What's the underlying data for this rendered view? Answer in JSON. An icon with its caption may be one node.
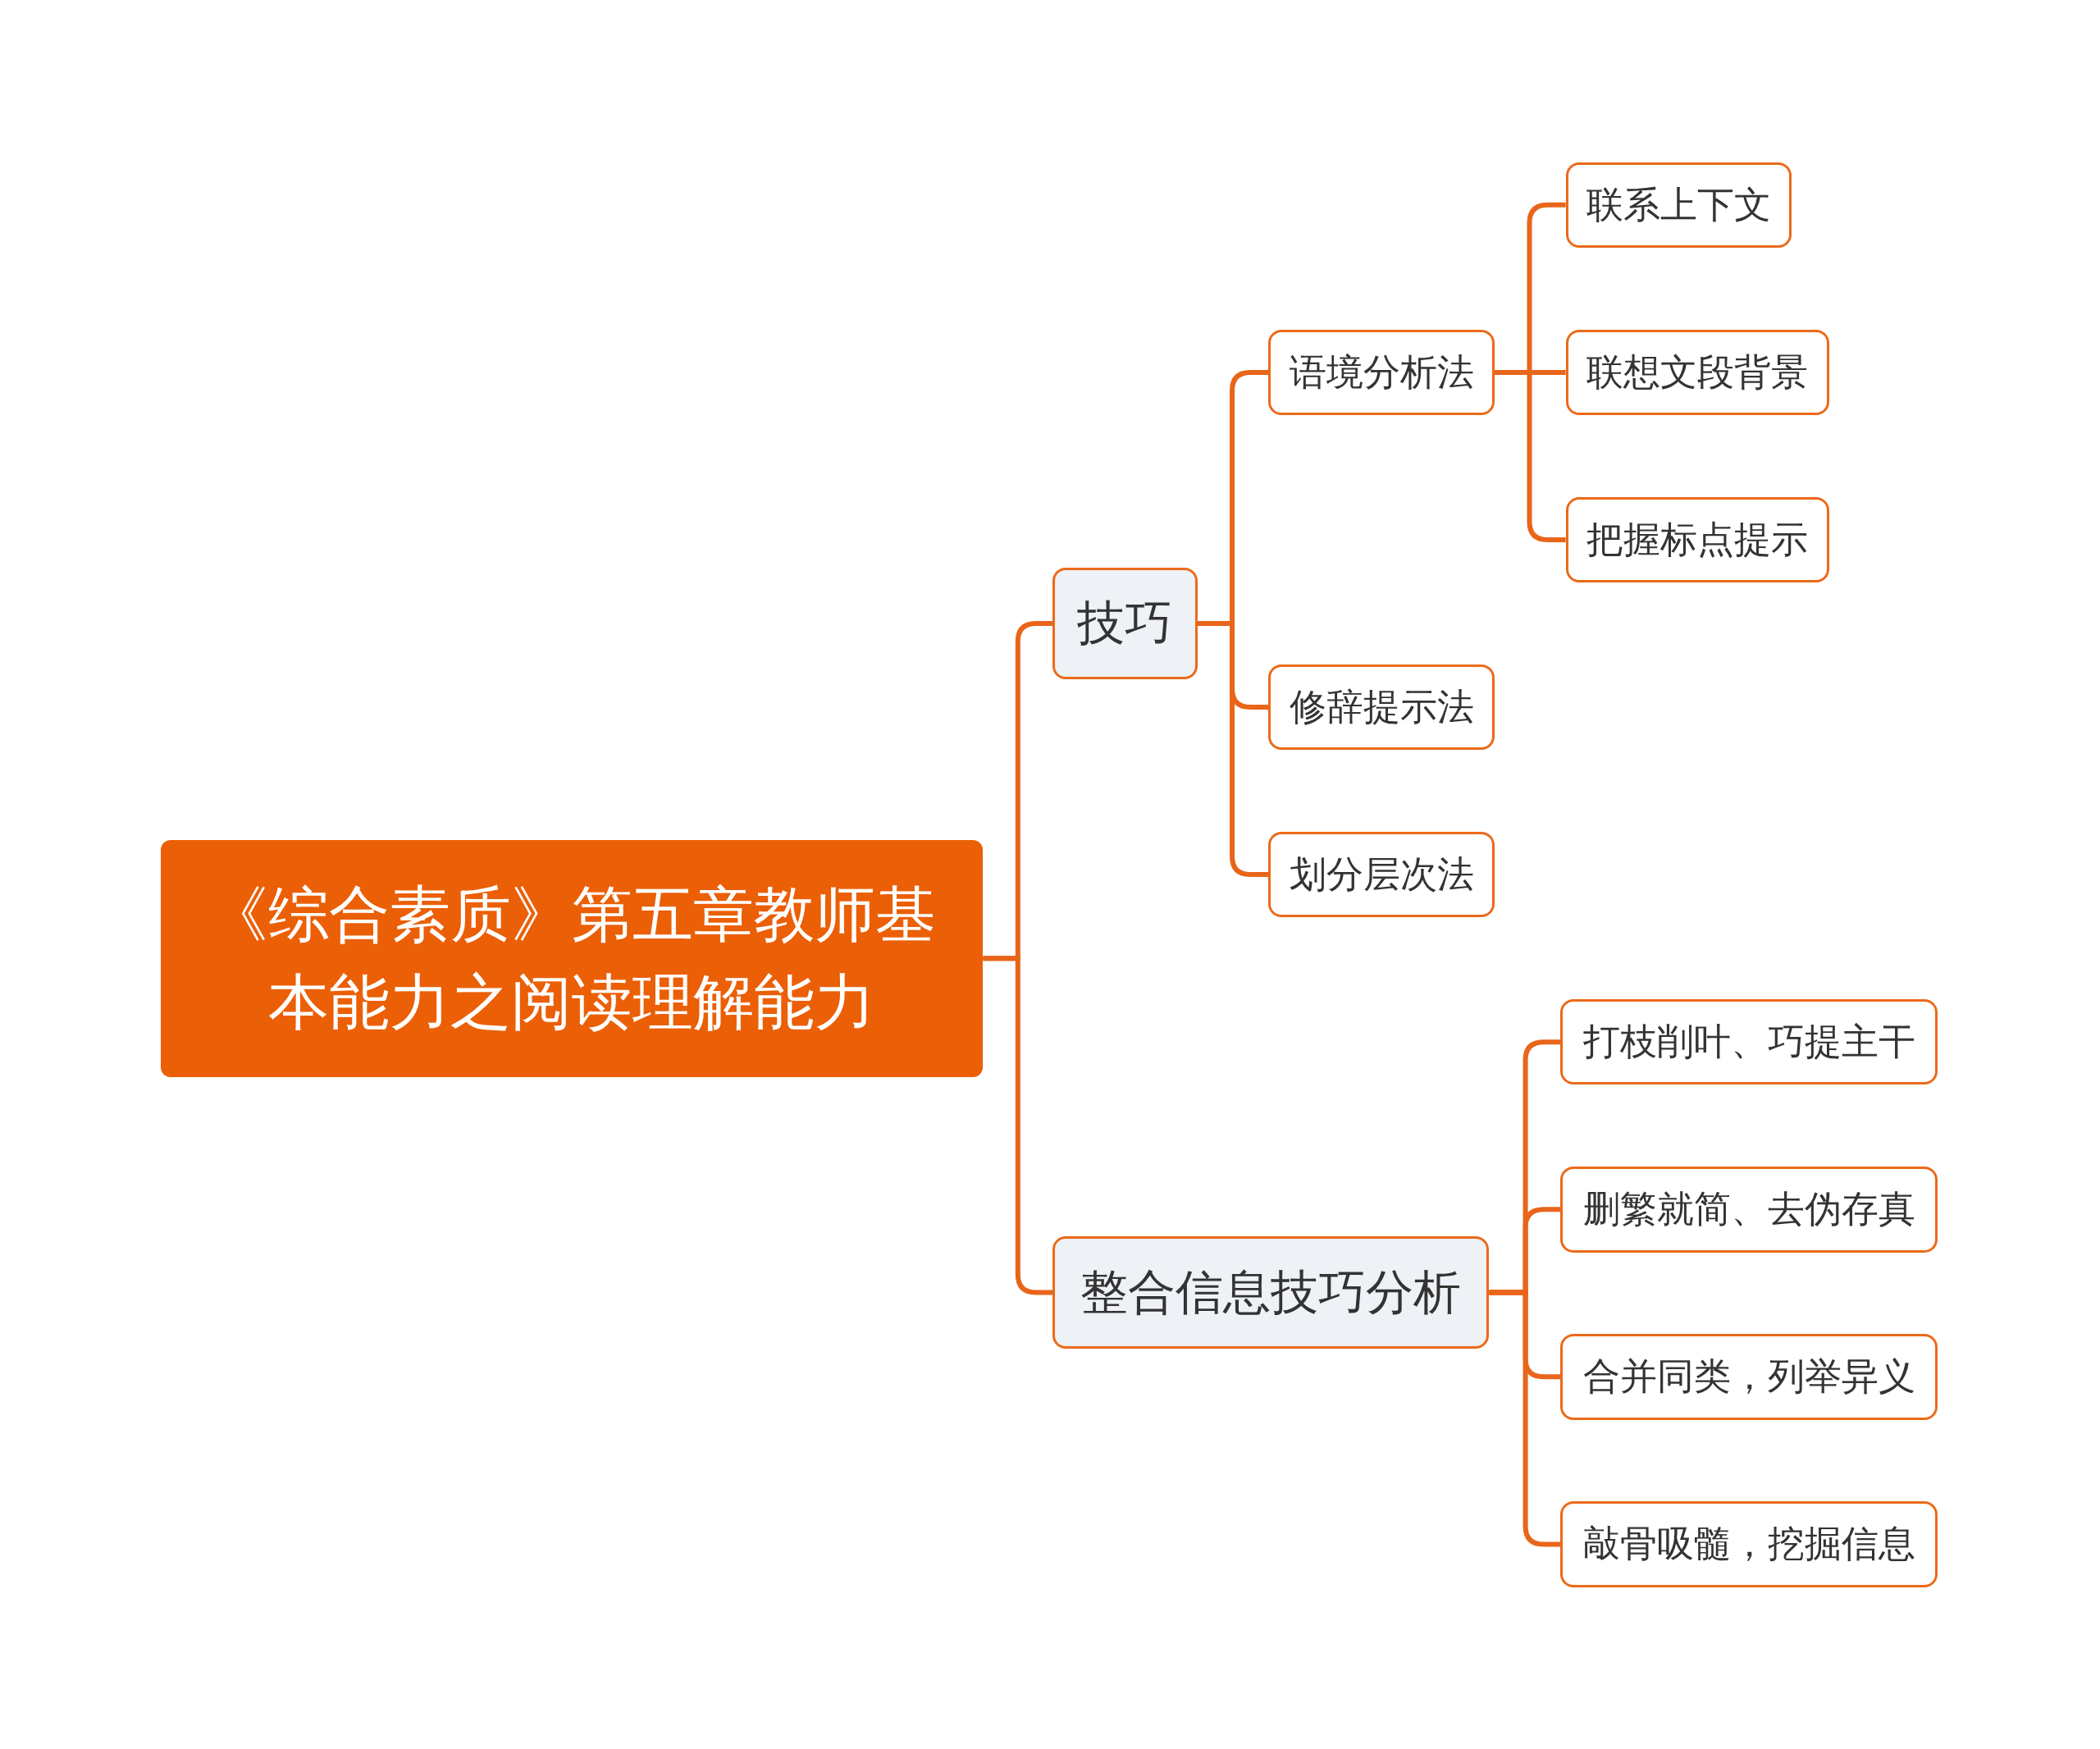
{
  "diagram": {
    "nodes": [
      {
        "text": [
          "《综合素质》第五章教师基本能力之阅读理解能力"
        ]
      },
      {
        "text": [
          "技巧"
        ]
      },
      {
        "text": [
          "语境分析法"
        ]
      },
      {
        "text": [
          "联系上下文"
        ]
      },
      {
        "text": [
          "联想文段背景"
        ]
      },
      {
        "text": [
          "把握标点提示"
        ]
      },
      {
        "text": [
          "修辞提示法"
        ]
      },
      {
        "text": [
          "划分层次法"
        ]
      },
      {
        "text": [
          "整合信息技巧分析"
        ]
      },
      {
        "text": [
          "打枝削叶、巧提主干"
        ]
      },
      {
        "text": [
          "删繁就简、去伪存真"
        ]
      },
      {
        "text": [
          "合并同类，列举异义"
        ]
      },
      {
        "text": [
          "敲骨吸髓，挖掘信息"
        ]
      }
    ],
    "edges": [
      {
        "from": 0,
        "to": 1,
        "arrow": "none"
      },
      {
        "from": 1,
        "to": 2,
        "arrow": "none"
      },
      {
        "from": 2,
        "to": 3,
        "arrow": "none"
      },
      {
        "from": 2,
        "to": 4,
        "arrow": "none"
      },
      {
        "from": 2,
        "to": 5,
        "arrow": "none"
      },
      {
        "from": 1,
        "to": 6,
        "arrow": "none"
      },
      {
        "from": 1,
        "to": 7,
        "arrow": "none"
      },
      {
        "from": 0,
        "to": 8,
        "arrow": "none"
      },
      {
        "from": 8,
        "to": 9,
        "arrow": "none"
      },
      {
        "from": 8,
        "to": 10,
        "arrow": "none"
      },
      {
        "from": 8,
        "to": 11,
        "arrow": "none"
      },
      {
        "from": 8,
        "to": 12,
        "arrow": "none"
      }
    ]
  }
}
